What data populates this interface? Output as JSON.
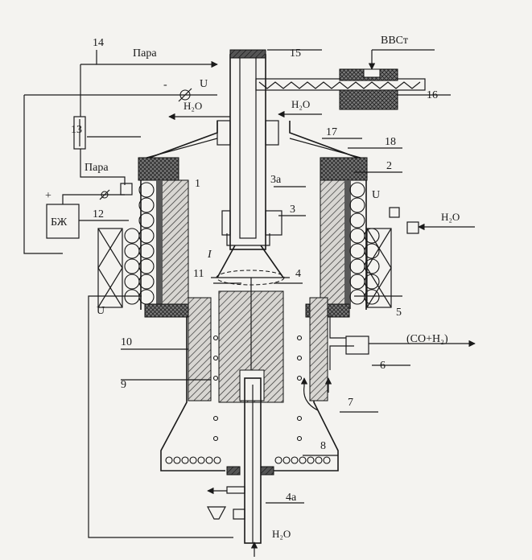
{
  "labels": {
    "n1": "1",
    "n2": "2",
    "n3": "3",
    "n3a": "3а",
    "n4": "4",
    "n4a": "4а",
    "n5": "5",
    "n6": "6",
    "n7": "7",
    "n8": "8",
    "n9": "9",
    "n10": "10",
    "n11": "11",
    "n12": "12",
    "n13": "13",
    "n14": "14",
    "n15": "15",
    "n16": "16",
    "n17": "17",
    "n18": "18",
    "roman1": "I"
  },
  "text": {
    "para_top": "Пара",
    "para_left": "Пара",
    "bzh": "БЖ",
    "vvst": "ВВСт",
    "h2o_top_left": "H₂O",
    "h2o_top_right": "H₂O",
    "h2o_right": "H₂O",
    "h2o_bottom": "H₂O",
    "gas_out": "(CO+H₂)",
    "u_top": "U",
    "u_right": "U",
    "u_left": "U",
    "plus": "+",
    "minus_top": "-",
    "minus_left": "-"
  }
}
